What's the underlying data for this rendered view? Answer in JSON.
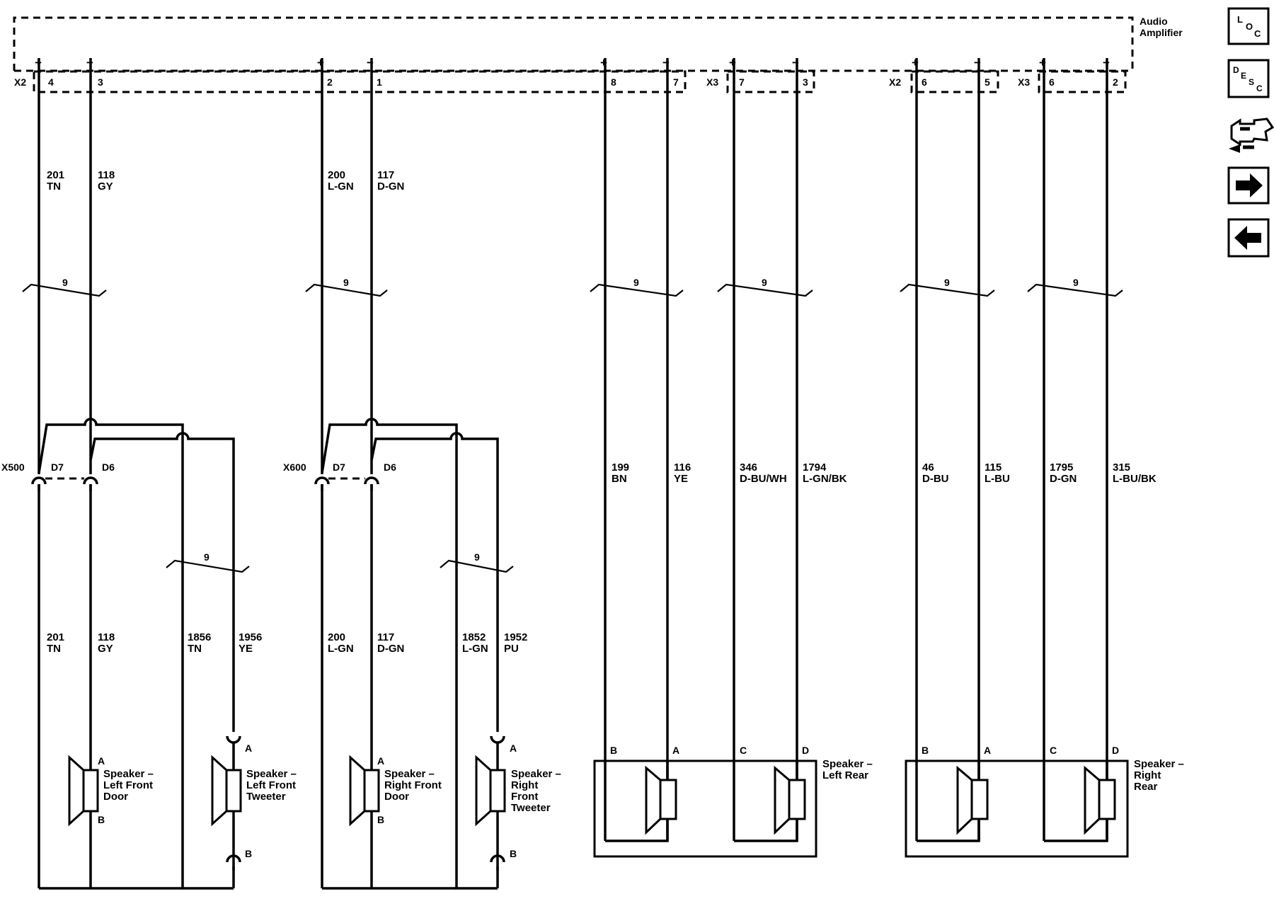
{
  "module": {
    "title_line1": "Audio",
    "title_line2": "Amplifier"
  },
  "amp_connectors": [
    {
      "label": "X2"
    },
    {
      "label": "X3"
    },
    {
      "label": "X2"
    },
    {
      "label": "X3"
    }
  ],
  "amp_pins": [
    {
      "sign": "+",
      "pin": "4"
    },
    {
      "sign": "−",
      "pin": "3"
    },
    {
      "sign": "+",
      "pin": "2"
    },
    {
      "sign": "−",
      "pin": "1"
    },
    {
      "sign": "+",
      "pin": "8"
    },
    {
      "sign": "−",
      "pin": "7"
    },
    {
      "sign": "+",
      "pin": "7"
    },
    {
      "sign": "−",
      "pin": "3"
    },
    {
      "sign": "+",
      "pin": "6"
    },
    {
      "sign": "−",
      "pin": "5"
    },
    {
      "sign": "+",
      "pin": "6"
    },
    {
      "sign": "−",
      "pin": "2"
    }
  ],
  "upper_wires": [
    {
      "circuit": "201",
      "color": "TN"
    },
    {
      "circuit": "118",
      "color": "GY"
    },
    {
      "circuit": "200",
      "color": "L-GN"
    },
    {
      "circuit": "117",
      "color": "D-GN"
    }
  ],
  "rear_wires": [
    {
      "circuit": "199",
      "color": "BN"
    },
    {
      "circuit": "116",
      "color": "YE"
    },
    {
      "circuit": "346",
      "color": "D-BU/WH"
    },
    {
      "circuit": "1794",
      "color": "L-GN/BK"
    },
    {
      "circuit": "46",
      "color": "D-BU"
    },
    {
      "circuit": "115",
      "color": "L-BU"
    },
    {
      "circuit": "1795",
      "color": "D-GN"
    },
    {
      "circuit": "315",
      "color": "L-BU/BK"
    }
  ],
  "twist_labels": [
    "9",
    "9",
    "9",
    "9",
    "9",
    "9",
    "9",
    "9"
  ],
  "inline_connectors": [
    {
      "name": "X500",
      "pin_a": "D7",
      "pin_b": "D6"
    },
    {
      "name": "X600",
      "pin_a": "D7",
      "pin_b": "D6"
    }
  ],
  "lower_wires": [
    {
      "circuit": "201",
      "color": "TN"
    },
    {
      "circuit": "118",
      "color": "GY"
    },
    {
      "circuit": "1856",
      "color": "TN"
    },
    {
      "circuit": "1956",
      "color": "YE"
    },
    {
      "circuit": "200",
      "color": "L-GN"
    },
    {
      "circuit": "117",
      "color": "D-GN"
    },
    {
      "circuit": "1852",
      "color": "L-GN"
    },
    {
      "circuit": "1952",
      "color": "PU"
    }
  ],
  "front_speakers": [
    {
      "lines": [
        "Speaker –",
        "Left Front",
        "Door"
      ],
      "pin_a": "A",
      "pin_b": "B"
    },
    {
      "lines": [
        "Speaker –",
        "Left Front",
        "Tweeter"
      ],
      "pin_a": "A",
      "pin_b": "B"
    },
    {
      "lines": [
        "Speaker –",
        "Right Front",
        "Door"
      ],
      "pin_a": "A",
      "pin_b": "B"
    },
    {
      "lines": [
        "Speaker –",
        "Right",
        "Front",
        "Tweeter"
      ],
      "pin_a": "A",
      "pin_b": "B"
    }
  ],
  "rear_speakers": [
    {
      "lines": [
        "Speaker –",
        "Left Rear"
      ],
      "pins": [
        "B",
        "A",
        "C",
        "D"
      ]
    },
    {
      "lines": [
        "Speaker –",
        "Right",
        "Rear"
      ],
      "pins": [
        "B",
        "A",
        "C",
        "D"
      ]
    }
  ],
  "nav": {
    "loc": [
      "L",
      "O",
      "C"
    ],
    "desc": [
      "D",
      "E",
      "S",
      "C"
    ],
    "icons": [
      "loc-icon",
      "desc-icon",
      "connector-tool-icon",
      "next-arrow-icon",
      "previous-arrow-icon"
    ]
  }
}
